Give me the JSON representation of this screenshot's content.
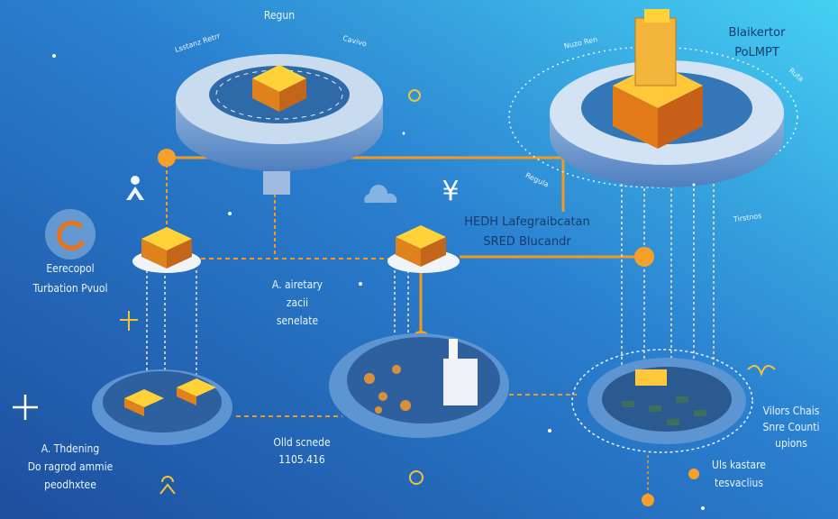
{
  "title_top": "Regun",
  "ring_left_labels": [
    "Lsstanz Retrr",
    "Cavivo"
  ],
  "ring_right": {
    "title_lines": [
      "Blaikertor",
      "PoLMPT"
    ],
    "labels": [
      "Nuzo Ren",
      "Ruta",
      "Regula",
      "Tirstnos"
    ]
  },
  "middle_label_lines": [
    "HEDH Lafegraibcatan",
    "SRED Blucandr"
  ],
  "left_label_lines": [
    "Eerecopol",
    "Turbation Pvuol"
  ],
  "center_label_lines": [
    "A. airetary",
    "zacii",
    "senelate"
  ],
  "bottom_left_label_lines": [
    "A. Thdening",
    "Do ragrod ammie",
    "peodhxtee"
  ],
  "bottom_center_label_lines": [
    "Olld scnede",
    "1105.416"
  ],
  "bottom_right_label_lines": [
    "Vilors Chais",
    "Snre Counti",
    "upions"
  ],
  "bottom_right_label2_lines": [
    "Uls kastare",
    "tesvaclius"
  ],
  "yen_symbol": "¥",
  "colors": {
    "bg_dark": "#1f5fae",
    "bg_light": "#3cc3ec",
    "orange": "#f29a1e",
    "ring": "#c9dcef",
    "disk": "#2f6fb0"
  }
}
